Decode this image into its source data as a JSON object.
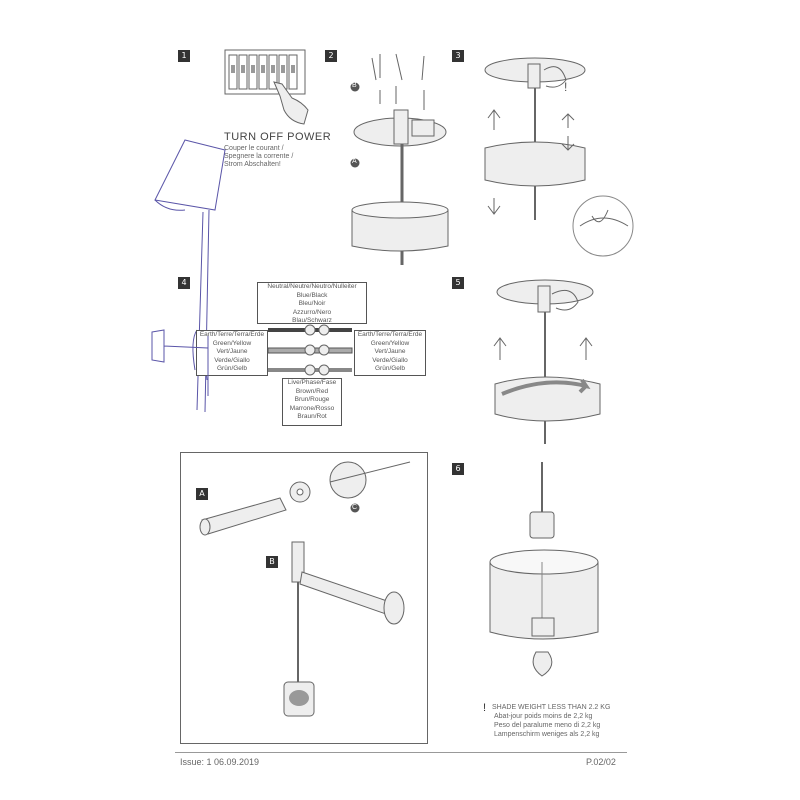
{
  "steps": [
    "1",
    "2",
    "3",
    "4",
    "5",
    "6"
  ],
  "step1": {
    "heading": "TURN OFF POWER",
    "translations": [
      "Couper le courant /",
      "Spegnere la corrente /",
      "Strom Abschalten!"
    ]
  },
  "step2": {
    "labels": [
      "B",
      "A"
    ]
  },
  "step4": {
    "neutral": [
      "Neutral/Neutre/Neutro/Nulleiter",
      "Blue/Black",
      "Bleu/Noir",
      "Azzurro/Nero",
      "Blau/Schwarz"
    ],
    "earth_left": [
      "Earth/Terre/Terra/Erde",
      "Green/Yellow",
      "Vert/Jaune",
      "Verde/Giallo",
      "Grün/Gelb"
    ],
    "earth_right": [
      "Earth/Terre/Terra/Erde",
      "Green/Yellow",
      "Vert/Jaune",
      "Verde/Giallo",
      "Grün/Gelb"
    ],
    "live": [
      "Live/Phase/Fase",
      "Brown/Red",
      "Brun/Rouge",
      "Marrone/Rosso",
      "Braun/Rot"
    ]
  },
  "inset": {
    "labels": [
      "A",
      "B",
      "C"
    ]
  },
  "step6": {
    "warning": [
      "SHADE WEIGHT LESS THAN 2.2 KG",
      "Abat-jour poids moins de 2,2 kg",
      "Peso del paralume meno di 2,2 kg",
      "Lampenschirm weniges als 2,2 kg"
    ]
  },
  "footer": {
    "issue": "Issue: 1   06.09.2019",
    "page": "P.02/02"
  },
  "icons": [
    "hand-icon",
    "warning-icon",
    "arrow-up-icon",
    "arrow-down-icon"
  ],
  "colors": {
    "ink": "#555555",
    "pen": "#5a55a8",
    "badge": "#333333"
  }
}
